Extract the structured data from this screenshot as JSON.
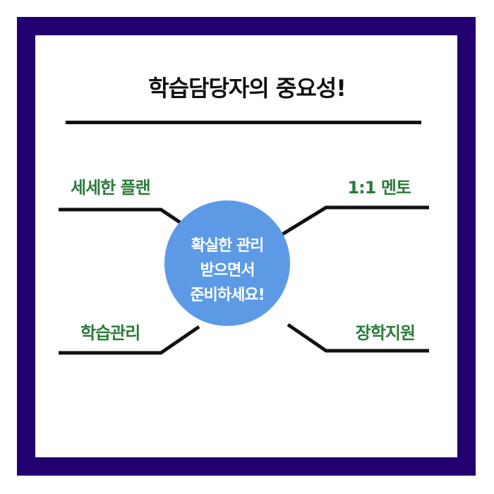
{
  "title": "학습담당자의 중요성!",
  "center": {
    "lines": [
      "확실한 관리",
      "받으면서",
      "준비하세요!"
    ]
  },
  "branches": {
    "top_left": "세세한 플랜",
    "top_right": "1:1 멘토",
    "bottom_left": "학습관리",
    "bottom_right": "장학지원"
  },
  "colors": {
    "frame": "#23006f",
    "circle": "#5c9ae6",
    "label_text": "#2c7a3a",
    "line": "#111111"
  }
}
